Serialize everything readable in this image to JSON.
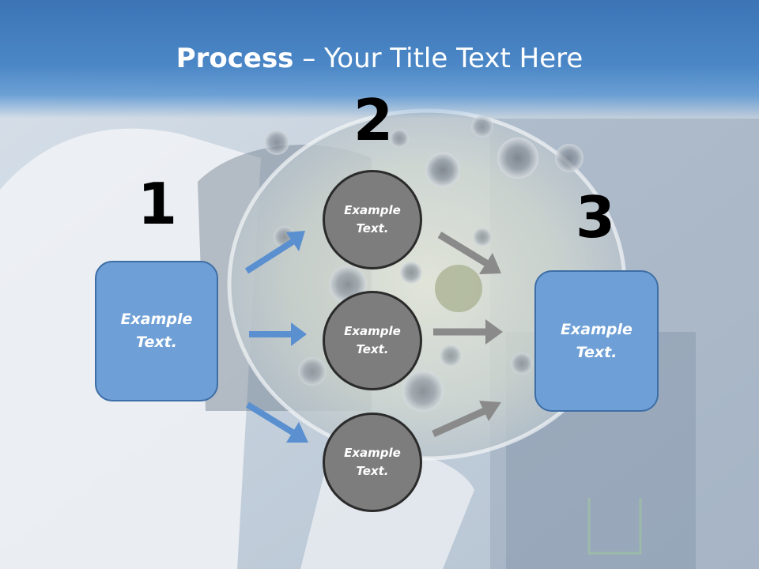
{
  "title": {
    "bold": "Process",
    "rest": " – Your Title Text Here"
  },
  "steps": [
    {
      "number": "1",
      "text": "Example Text."
    },
    {
      "number": "2",
      "items": [
        "Example Text.",
        "Example Text.",
        "Example Text."
      ]
    },
    {
      "number": "3",
      "text": "Example Text."
    }
  ],
  "colors": {
    "title_bar": "#4b87c6",
    "box_fill": "#6e9fd6",
    "box_border": "#3e6ea6",
    "circle_fill": "#7d7d7d",
    "blue_arrow": "#5a8fd0",
    "gray_arrow": "#8a8a8a"
  }
}
